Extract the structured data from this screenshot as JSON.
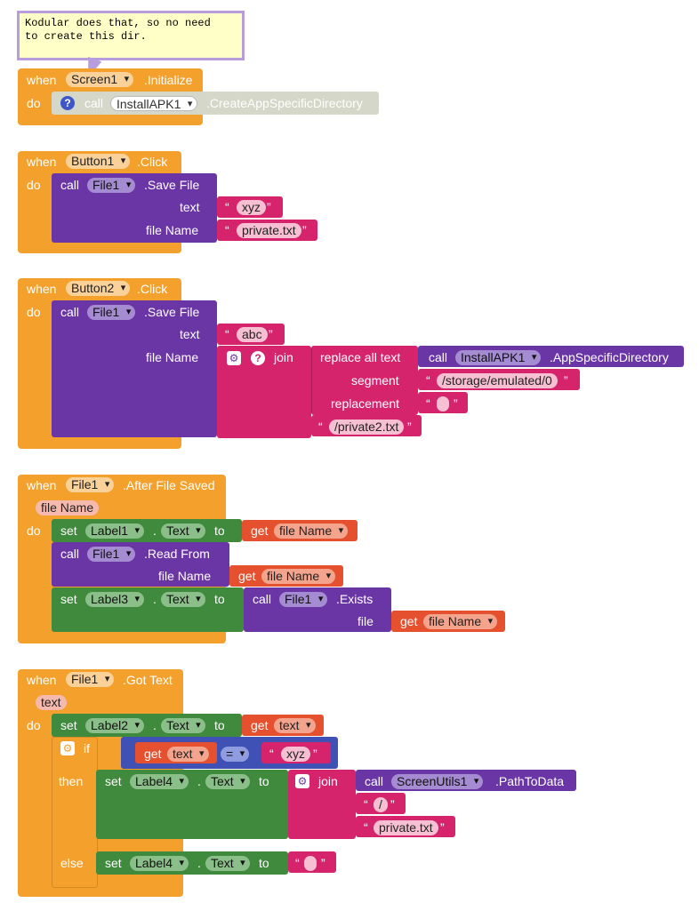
{
  "comment": {
    "text": "Kodular does that, so no need\nto create this dir."
  },
  "b1": {
    "when": "when",
    "comp": "Screen1",
    "event": ".Initialize",
    "do": "do",
    "call": "call",
    "callee": "InstallAPK1",
    "method": ".CreateAppSpecificDirectory"
  },
  "b2": {
    "when": "when",
    "comp": "Button1",
    "event": ".Click",
    "do": "do",
    "call": "call",
    "callee": "File1",
    "method": ".Save File",
    "text_label": "text",
    "text_val": "xyz",
    "fname_label": "file Name",
    "fname_val": "private.txt"
  },
  "b3": {
    "when": "when",
    "comp": "Button2",
    "event": ".Click",
    "do": "do",
    "call": "call",
    "callee": "File1",
    "method": ".Save File",
    "text_label": "text",
    "text_val": "abc",
    "fname_label": "file Name",
    "join": "join",
    "replace": "replace all text",
    "call2": "call",
    "callee2": "InstallAPK1",
    "method2": ".AppSpecificDirectory",
    "segment": "segment",
    "segment_val": "/storage/emulated/0",
    "replacement": "replacement",
    "suffix": "/private2.txt"
  },
  "b4": {
    "when": "when",
    "comp": "File1",
    "event": ".After File Saved",
    "param": "file Name",
    "do": "do",
    "set1": "set",
    "set1_comp": "Label1",
    "dot": ".",
    "set1_prop": "Text",
    "to": "to",
    "get": "get",
    "get_var": "file Name",
    "call": "call",
    "callee": "File1",
    "method": ".Read From",
    "fname_label": "file Name",
    "set2": "set",
    "set2_comp": "Label3",
    "set2_prop": "Text",
    "call2": "call",
    "callee2": "File1",
    "method2": ".Exists",
    "file_label": "file"
  },
  "b5": {
    "when": "when",
    "comp": "File1",
    "event": ".Got Text",
    "param": "text",
    "do": "do",
    "set1": "set",
    "set1_comp": "Label2",
    "dot": ".",
    "set1_prop": "Text",
    "to": "to",
    "get": "get",
    "get_var": "text",
    "if": "if",
    "eq": "=",
    "cmp_val": "xyz",
    "then": "then",
    "set2": "set",
    "set2_comp": "Label4",
    "set2_prop": "Text",
    "join": "join",
    "call": "call",
    "callee": "ScreenUtils1",
    "method": ".PathToData",
    "slash": "/",
    "fname": "private.txt",
    "else": "else"
  }
}
